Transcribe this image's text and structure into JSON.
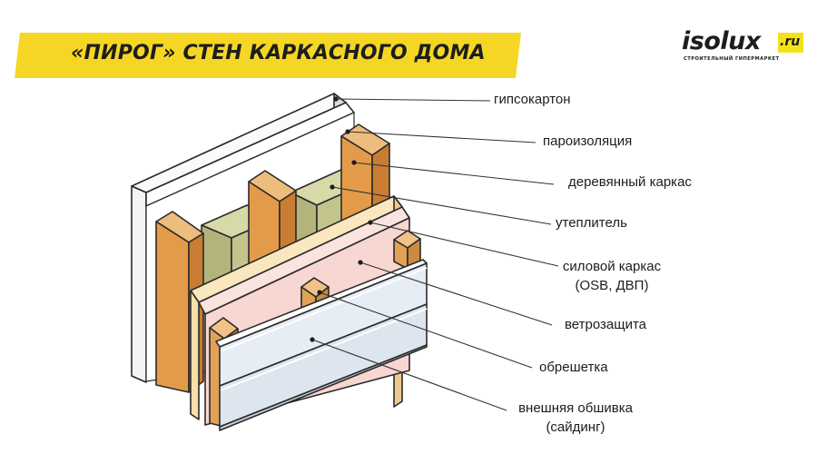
{
  "header": {
    "title": "«ПИРОГ» СТЕН КАРКАСНОГО ДОМА"
  },
  "logo": {
    "name": "isolux",
    "suffix": ".ru",
    "tagline": "СТРОИТЕЛЬНЫЙ ГИПЕРМАРКЕТ"
  },
  "colors": {
    "banner": "#f5d624",
    "drywall": "#f4f4f4",
    "vapor_barrier": "#ffffff",
    "wood_frame": "#e49b49",
    "insulation": "#c2c48c",
    "osb": "#f9dfa8",
    "wind_barrier": "#f8d6d2",
    "battens": "#e2a255",
    "siding": "#e6edf4"
  },
  "layers": [
    {
      "label": "гипсокартон"
    },
    {
      "label": "пароизоляция"
    },
    {
      "label": "деревянный каркас"
    },
    {
      "label": "утеплитель"
    },
    {
      "label": "силовой каркас",
      "note": "(OSB, ДВП)"
    },
    {
      "label": "ветрозащита"
    },
    {
      "label": "обрешетка"
    },
    {
      "label": "внешняя обшивка",
      "note": "(сайдинг)"
    }
  ]
}
